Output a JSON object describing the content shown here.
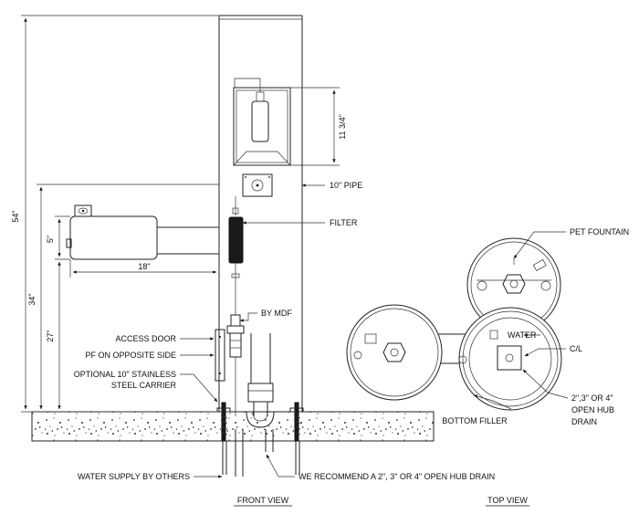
{
  "front": {
    "dim_54": "54\"",
    "dim_34": "34\"",
    "dim_27": "27\"",
    "dim_5": "5\"",
    "dim_18": "18\"",
    "dim_11_3_4": "11 3/4\"",
    "label_10_pipe": "10\" PIPE",
    "label_filter": "FILTER",
    "label_by_mdf": "BY MDF",
    "label_access_door": "ACCESS DOOR",
    "label_pf_opposite": "PF ON OPPOSITE SIDE",
    "label_optional_carrier_1": "OPTIONAL 10\" STAINLESS",
    "label_optional_carrier_2": "STEEL CARRIER",
    "label_water_supply": "WATER SUPPLY BY OTHERS",
    "label_recommend_drain": "WE RECOMMEND A 2\", 3\" OR 4\" OPEN HUB DRAIN",
    "view_title": "FRONT VIEW"
  },
  "top": {
    "label_pet_fountain": "PET FOUNTAIN",
    "label_water": "WATER",
    "label_cl": "C/L",
    "label_hub_1": "2\",3\" OR 4\"",
    "label_hub_2": "OPEN HUB",
    "label_hub_3": "DRAIN",
    "label_bottom_filler": "BOTTOM FILLER",
    "view_title": "TOP VIEW"
  }
}
